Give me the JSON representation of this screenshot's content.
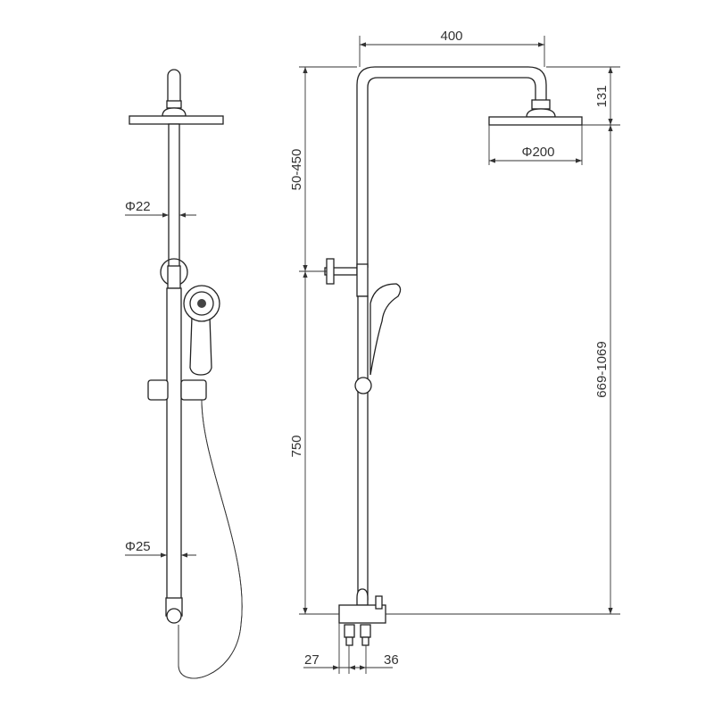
{
  "dimensions": {
    "arm_length": "400",
    "head_height": "131",
    "head_diameter": "Φ200",
    "upper_range": "50-450",
    "total_range": "669-1069",
    "lower_height": "750",
    "upper_pipe_diameter": "Φ22",
    "lower_pipe_diameter": "Φ25",
    "inlet_left": "27",
    "inlet_right": "36"
  }
}
